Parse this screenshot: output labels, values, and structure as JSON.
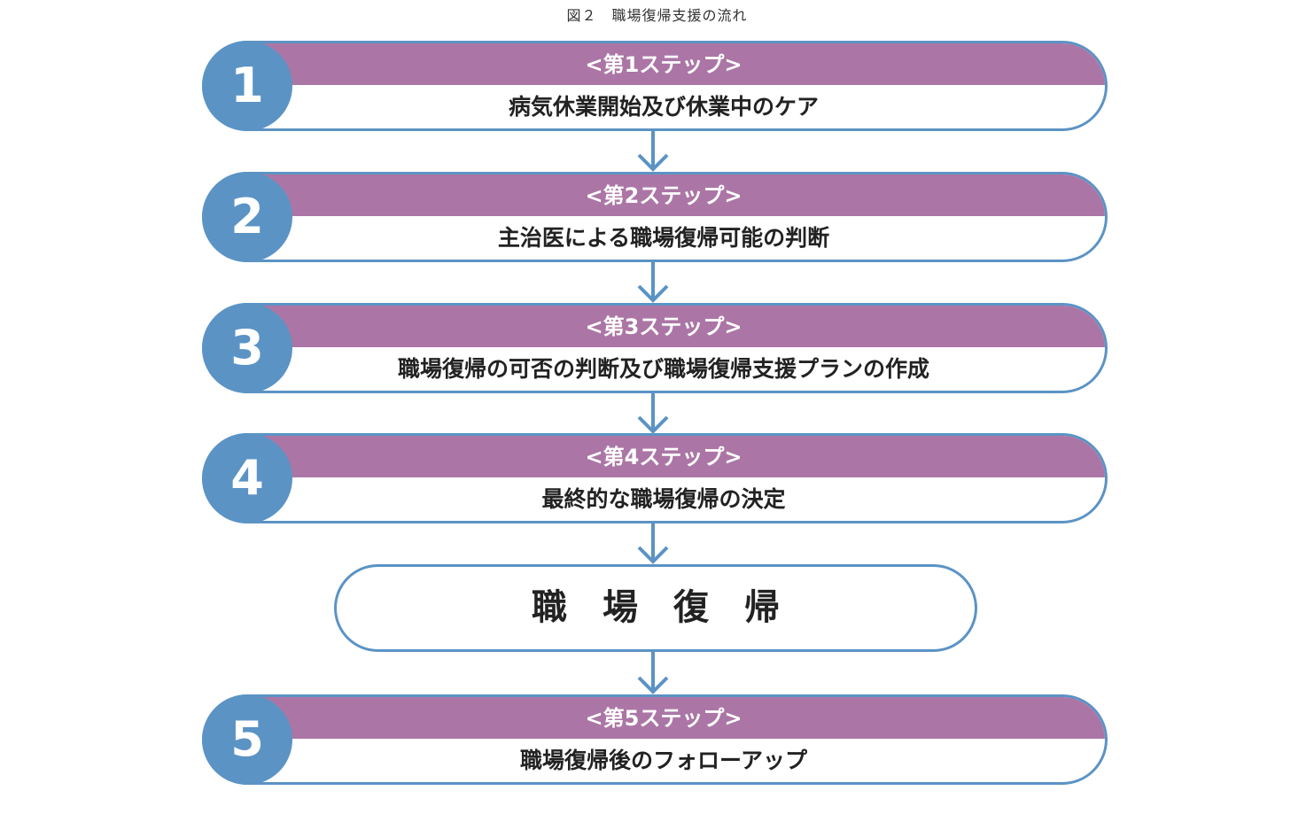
{
  "title": "図２　職場復帰支援の流れ",
  "steps": [
    {
      "number": "1",
      "label": "<第1ステップ>",
      "description": "病気休業開始及び休業中のケア"
    },
    {
      "number": "2",
      "label": "<第2ステップ>",
      "description": "主治医による職場復帰可能の判断"
    },
    {
      "number": "3",
      "label": "<第3ステップ>",
      "description": "職場復帰の可否の判断及び職場復帰支援プランの作成"
    },
    {
      "number": "4",
      "label": "<第4ステップ>",
      "description": "最終的な職場復帰の決定"
    }
  ],
  "return_to_work": "職　場　復　帰",
  "final_step": {
    "number": "5",
    "label": "<第5ステップ>",
    "description": "職場復帰後のフォローアップ"
  },
  "colors": {
    "accent_blue": "#5b93c5",
    "band_purple": "#ab76a5"
  }
}
